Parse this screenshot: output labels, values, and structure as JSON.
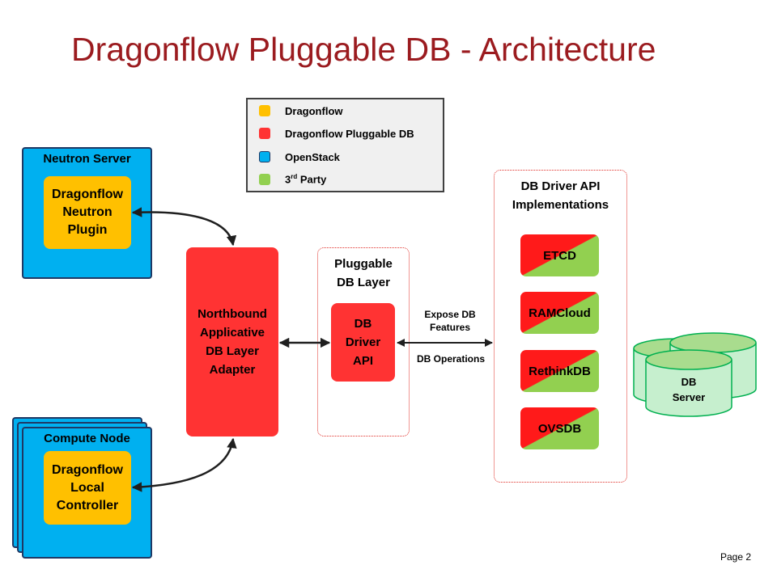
{
  "title": "Dragonflow Pluggable DB - Architecture",
  "legend": {
    "items": [
      {
        "label": "Dragonflow",
        "color": "#ffc000"
      },
      {
        "label": "Dragonflow Pluggable DB",
        "color": "#ff3333"
      },
      {
        "label": "OpenStack",
        "color": "#00b0f0"
      },
      {
        "label_main": "3",
        "label_sup": "rd",
        "label_rest": " Party",
        "color": "#92d050"
      }
    ]
  },
  "neutron_server": {
    "title": "Neutron Server",
    "plugin_lines": [
      "Dragonflow",
      "Neutron",
      "Plugin"
    ]
  },
  "compute_node": {
    "title": "Compute Node",
    "controller_lines": [
      "Dragonflow",
      "Local",
      "Controller"
    ]
  },
  "northbound": {
    "lines": [
      "Northbound",
      "Applicative",
      "DB Layer",
      "Adapter"
    ]
  },
  "pluggable_layer": {
    "title_lines": [
      "Pluggable",
      "DB Layer"
    ],
    "driver_lines": [
      "DB",
      "Driver",
      "API"
    ]
  },
  "connector_labels": {
    "expose_lines": [
      "Expose DB",
      "Features"
    ],
    "operations": "DB Operations"
  },
  "implementations": {
    "title_lines": [
      "DB Driver API",
      "Implementations"
    ],
    "items": [
      "ETCD",
      "RAMCloud",
      "RethinkDB",
      "OVSDB"
    ]
  },
  "db_server": {
    "lines": [
      "DB",
      "Server"
    ]
  },
  "page_label": "Page 2"
}
